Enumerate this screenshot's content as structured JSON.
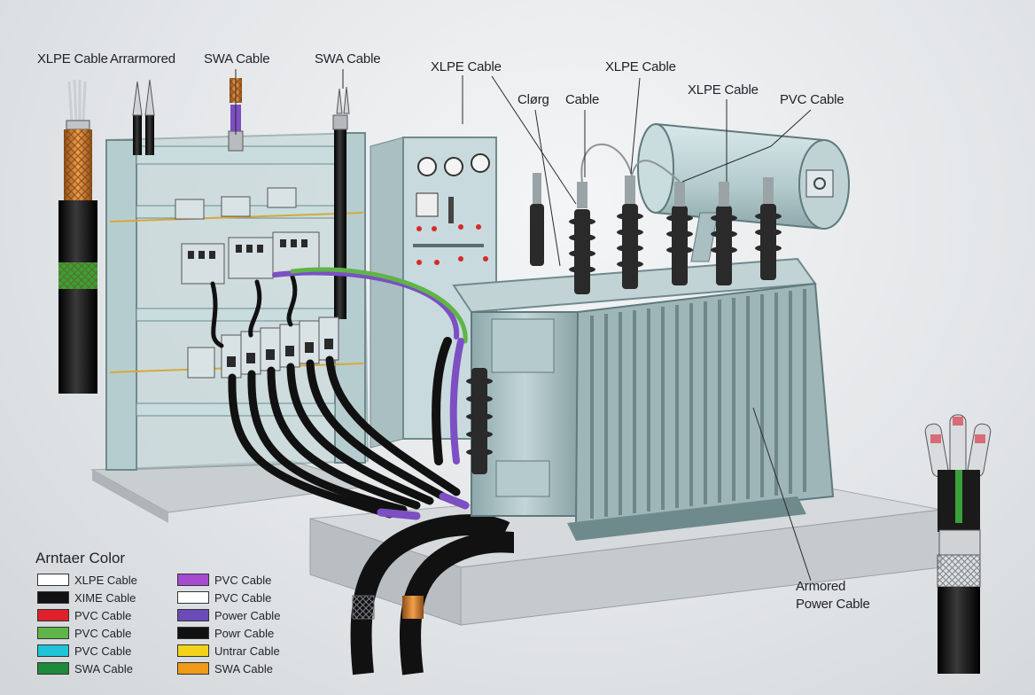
{
  "labels": {
    "xlpe_cable_left": "XLPE Cable",
    "arrarmored": "Arrarmored",
    "swa_cable_1": "SWA Cable",
    "swa_cable_2": "SWA Cable",
    "xlpe_cable_mid": "XLPE Cable",
    "clorg": "Clørg",
    "cable": "Cable",
    "xlpe_cable_top": "XLPE Cable",
    "xlpe_cable_right": "XLPE Cable",
    "pvc_cable_top": "PVC Cable",
    "armored_power_cable_line1": "Armored",
    "armored_power_cable_line2": "Power Cable"
  },
  "legend": {
    "title": "Arntaer Color",
    "col1": [
      {
        "label": "XLPE Cable",
        "color": "#ffffff"
      },
      {
        "label": "XIΜE Cable",
        "color": "#111111"
      },
      {
        "label": "PVC Cable",
        "color": "#e0202a"
      },
      {
        "label": "PVC Cable",
        "color": "#5fb547"
      },
      {
        "label": "PVC Cable",
        "color": "#1fc4d8"
      },
      {
        "label": "SWA Cable",
        "color": "#1d8a3a"
      }
    ],
    "col2": [
      {
        "label": "PVC Cable",
        "color": "#a64ad0"
      },
      {
        "label": "PVC Cable",
        "color": "#ffffff"
      },
      {
        "label": "Power Cable",
        "color": "#6a4bb8"
      },
      {
        "label": "Powr Cable",
        "color": "#111111"
      },
      {
        "label": "Untrar Cable",
        "color": "#f3d21a"
      },
      {
        "label": "SWA Cable",
        "color": "#f09a18"
      }
    ]
  },
  "colors": {
    "equipment": "#b9cfd1",
    "equipment_dark": "#7f9a9d",
    "cable_black": "#151515",
    "cable_purple": "#7c4fc2",
    "cable_green": "#5fb547",
    "copper": "#d9833a",
    "insulator": "#2a2a2a"
  }
}
